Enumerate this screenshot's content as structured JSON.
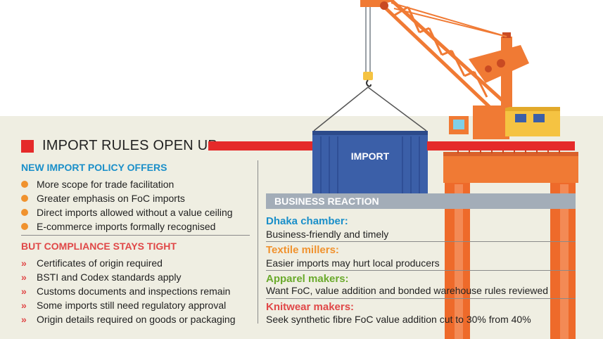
{
  "title": "IMPORT RULES OPEN UP",
  "container_label": "IMPORT",
  "policy": {
    "heading": "NEW IMPORT POLICY OFFERS",
    "items": [
      "More scope for trade facilitation",
      "Greater emphasis on FoC imports",
      "Direct imports allowed without a value ceiling",
      "E-commerce imports formally recognised"
    ]
  },
  "compliance": {
    "heading": "BUT COMPLIANCE STAYS TIGHT",
    "items": [
      "Certificates of origin required",
      "BSTI and Codex standards apply",
      "Customs documents and inspections remain",
      "Some imports still need regulatory approval",
      "Origin details required on goods or packaging"
    ]
  },
  "business": {
    "heading": "BUSINESS REACTION",
    "reactions": [
      {
        "name": "Dhaka chamber:",
        "text": "Business-friendly and timely",
        "color": "#1a8fc9"
      },
      {
        "name": "Textile millers:",
        "text": "Easier imports may hurt local producers",
        "color": "#f0922e"
      },
      {
        "name": "Apparel makers:",
        "text": "Want FoC, value addition and bonded warehouse rules reviewed",
        "color": "#6aaa2c"
      },
      {
        "name": "Knitwear makers:",
        "text": "Seek synthetic fibre FoC value addition cut to 30% from 40%",
        "color": "#e04848"
      }
    ]
  },
  "colors": {
    "accent_red": "#e52a2a",
    "heading_blue": "#1a8fc9",
    "bullet_orange": "#f0922e",
    "crane_orange": "#f07a34",
    "container_blue": "#3b5fa8",
    "panel_bg": "#efeee2"
  }
}
